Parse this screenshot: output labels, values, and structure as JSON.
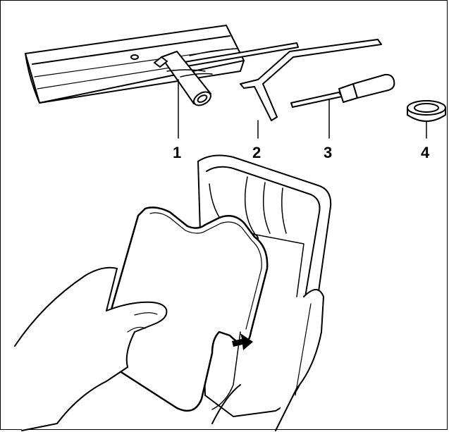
{
  "illustration": {
    "callouts": [
      {
        "id": "1",
        "label": "1"
      },
      {
        "id": "2",
        "label": "2"
      },
      {
        "id": "3",
        "label": "3"
      },
      {
        "id": "4",
        "label": "4"
      }
    ],
    "colors": {
      "line": "#000000",
      "background": "#ffffff",
      "shadow": "#bfbfbf"
    },
    "tools": [
      {
        "callout": "1",
        "icon": "spark-plug-wrench-icon"
      },
      {
        "callout": "2",
        "icon": "allen-key-icon"
      },
      {
        "callout": "3",
        "icon": "screwdriver-icon"
      },
      {
        "callout": "4",
        "icon": "ring-gauge-icon"
      }
    ],
    "direction_arrow_icon": "arrow-right-icon"
  }
}
